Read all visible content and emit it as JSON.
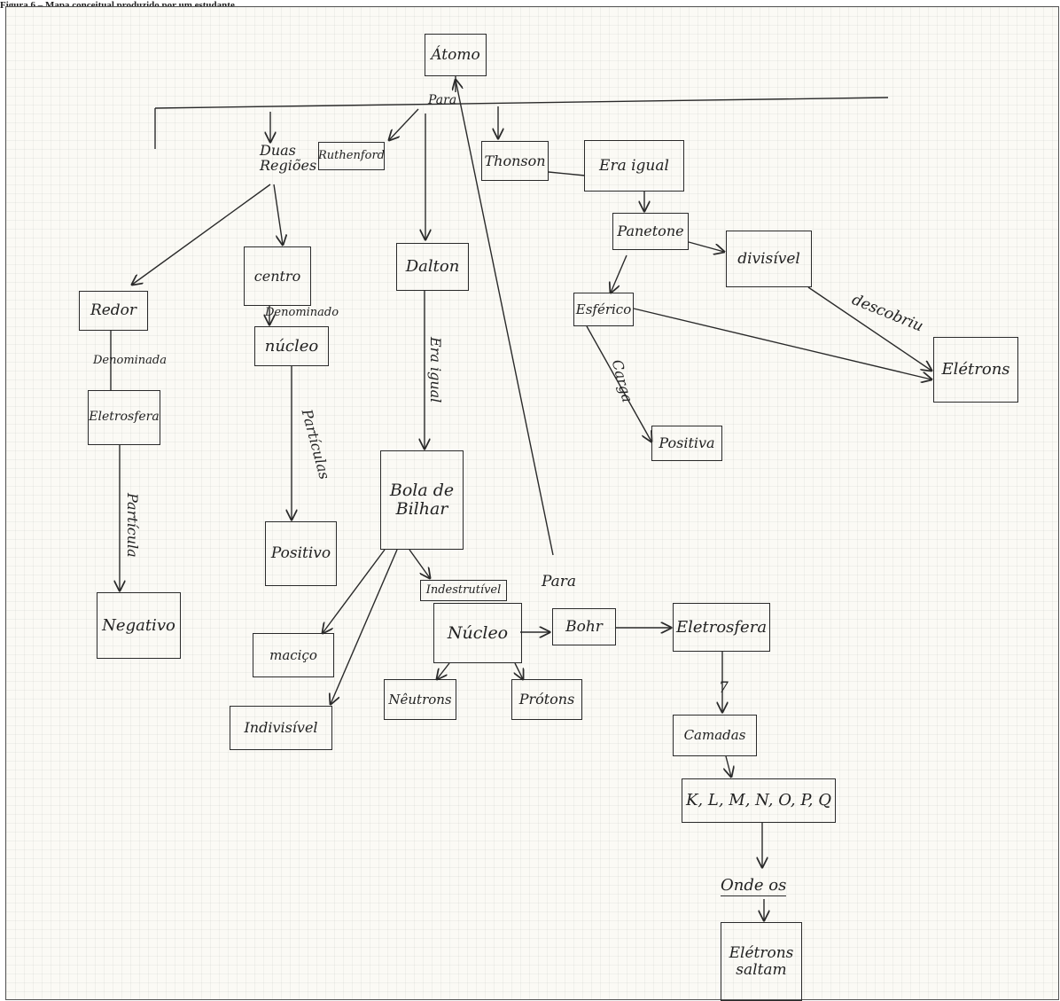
{
  "caption": "Figura 6 – Mapa conceitual produzido por um estudante",
  "nodes": {
    "atomo": "Átomo",
    "rutherford": "Ruthenford",
    "thomson": "Thonson",
    "era_igual_top": "Era igual",
    "panetone": "Panetone",
    "divisivel": "divisível",
    "esferico": "Esférico",
    "eletrons_right": "Elétrons",
    "positiva": "Positiva",
    "redor": "Redor",
    "eletrosfera_left": "Eletrosfera",
    "negativo": "Negativo",
    "centro": "centro",
    "nucleo_left": "núcleo",
    "positivo": "Positivo",
    "dalton": "Dalton",
    "bola_de_bilhar": "Bola de Bilhar",
    "indestrutivel": "Indestrutível",
    "macico": "maciço",
    "indivisivel": "Indivisível",
    "nucleo_mid": "Núcleo",
    "neutrons": "Nêutrons",
    "protons": "Prótons",
    "bohr": "Bohr",
    "eletrosfera_right": "Eletrosfera",
    "camadas": "Camadas",
    "klmnopq": "K, L, M, N, O, P, Q",
    "eletrons_saltam": "Elétrons saltam"
  },
  "labels": {
    "para_top": "Para",
    "duas_regioes": "Duas Regiões",
    "denominada": "Denominada",
    "particula": "Partícula",
    "denominado": "Denominado",
    "particulas": "Partículas",
    "era_igual_dalton": "Era igual",
    "carga": "Carga",
    "descobriu": "descobriu",
    "para_bohr": "Para",
    "seven": "7",
    "onde_os": "Onde os"
  },
  "colors": {
    "ink": "#2a2a2a",
    "paper": "#fbfaf5",
    "grid": "#e6e6e0"
  }
}
